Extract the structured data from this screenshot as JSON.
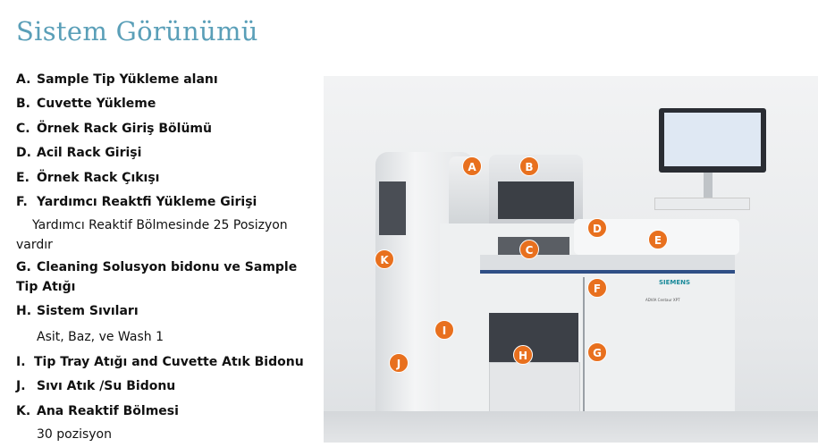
{
  "title": "Sistem Görünümü",
  "items": [
    {
      "letter": "A.",
      "text": "Sample Tip Yükleme alanı"
    },
    {
      "letter": "B.",
      "text": "Cuvette Yükleme"
    },
    {
      "letter": "C.",
      "text": "Örnek Rack Giriş Bölümü"
    },
    {
      "letter": "D.",
      "text": "Acil Rack Girişi"
    },
    {
      "letter": "E.",
      "text": "Örnek Rack Çıkışı"
    },
    {
      "letter": "F.",
      "text": "Yardımcı Reaktfi Yükleme Girişi",
      "sub": "Yardımcı Reaktif Bölmesinde 25 Posizyon",
      "sub2": "vardır"
    },
    {
      "letter": "G.",
      "text": "Cleaning Solusyon bidonu ve Sample Tip Atığı"
    },
    {
      "letter": "H.",
      "text": "Sistem Sıvıları",
      "sub": "Asit, Baz, ve  Wash 1"
    },
    {
      "letter": "I.",
      "text": "Tip Tray Atığı and Cuvette Atık Bidonu"
    },
    {
      "letter": "J.",
      "text": "Sıvı Atık /Su Bidonu"
    },
    {
      "letter": "K.",
      "text": "Ana Reaktif Bölmesi",
      "sub": "30 pozisyon"
    }
  ],
  "photo": {
    "brand": "SIEMENS",
    "model": "ADVIA Centaur XPT",
    "markers": [
      "A",
      "B",
      "C",
      "D",
      "E",
      "F",
      "G",
      "H",
      "I",
      "J",
      "K"
    ],
    "marker_color": "#e8701e"
  }
}
